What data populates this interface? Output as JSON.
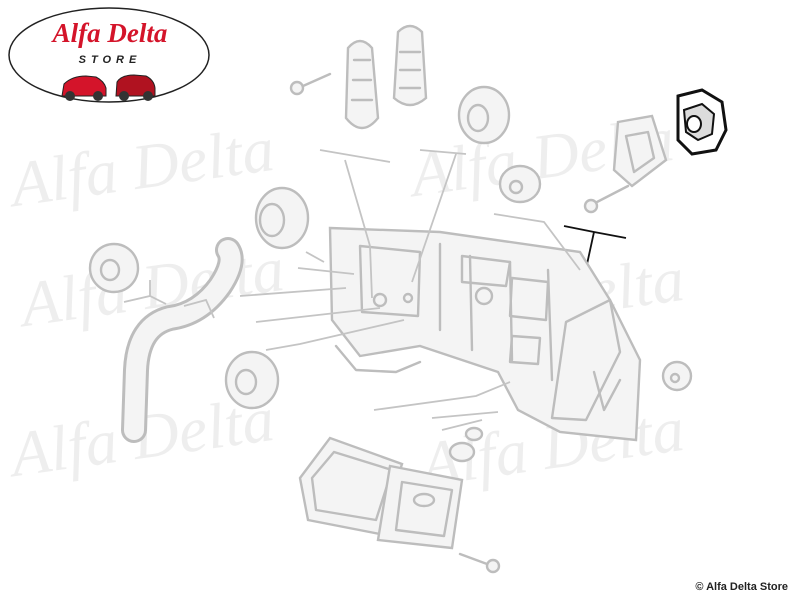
{
  "brand": {
    "title": "Alfa Delta",
    "subtitle": "STORE"
  },
  "watermark_text": "Alfa Delta",
  "copyright": "© Alfa Delta Store",
  "colors": {
    "brand_red": "#d4142a",
    "line_gray": "#bdbdbd",
    "highlight": "#111111"
  }
}
